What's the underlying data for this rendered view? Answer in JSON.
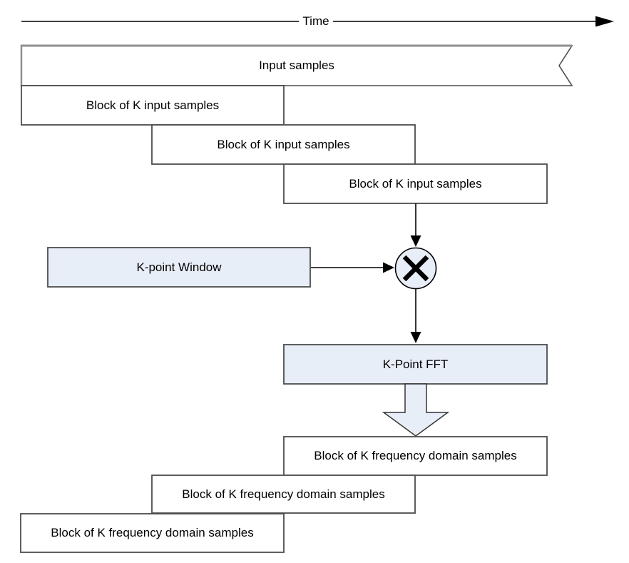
{
  "timeline": {
    "label": "Time"
  },
  "input_stream": {
    "label": "Input samples"
  },
  "input_blocks": [
    {
      "label": "Block of K input samples"
    },
    {
      "label": "Block of K input samples"
    },
    {
      "label": "Block of K input samples"
    }
  ],
  "window": {
    "label": "K-point Window"
  },
  "fft": {
    "label": "K-Point FFT"
  },
  "output_blocks": [
    {
      "label": "Block of K frequency domain samples"
    },
    {
      "label": "Block of K frequency domain samples"
    },
    {
      "label": "Block of K frequency domain samples"
    }
  ],
  "icons": {
    "multiply": "multiply-cross-icon",
    "time_arrowhead": "right-arrowhead-icon",
    "fft_output": "block-down-arrow-icon"
  },
  "colors": {
    "background": "#ffffff",
    "accent_fill": "#e8eef7",
    "box_fill": "#ffffff",
    "box_border": "#4d4d4d",
    "line": "#000000",
    "torn_edge_top": "#8f8f8f"
  }
}
